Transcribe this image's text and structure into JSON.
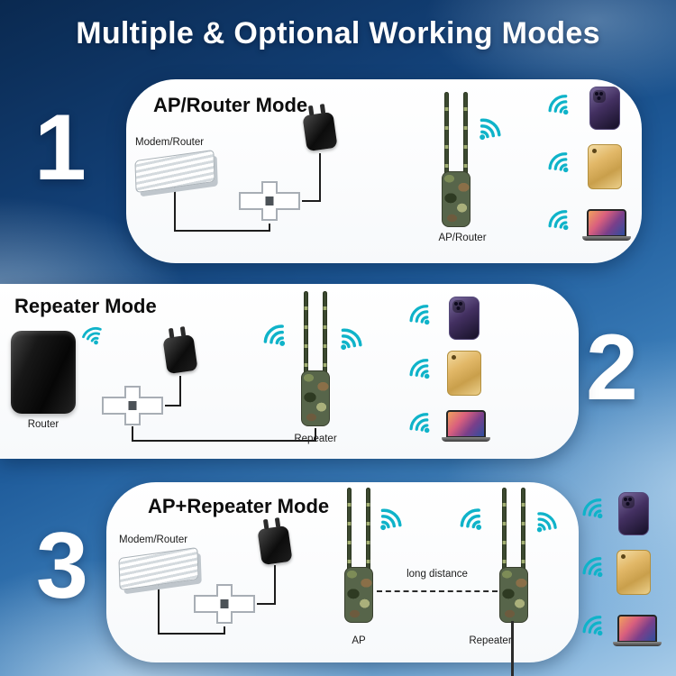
{
  "title": "Multiple & Optional Working Modes",
  "colors": {
    "wifi": "#0fb3c9",
    "panel": "#ffffff",
    "line": "#1d1d1d"
  },
  "sections": {
    "s1": {
      "number": "1",
      "mode": "AP/Router Mode",
      "source_label": "Modem/Router",
      "device_label": "AP/Router"
    },
    "s2": {
      "number": "2",
      "mode": "Repeater Mode",
      "source_label": "Router",
      "device_label": "Repeater"
    },
    "s3": {
      "number": "3",
      "mode": "AP+Repeater Mode",
      "source_label": "Modem/Router",
      "ap_label": "AP",
      "repeater_label": "Repeater",
      "distance_label": "long distance"
    }
  },
  "clients": [
    "smartphone",
    "tablet",
    "laptop"
  ]
}
